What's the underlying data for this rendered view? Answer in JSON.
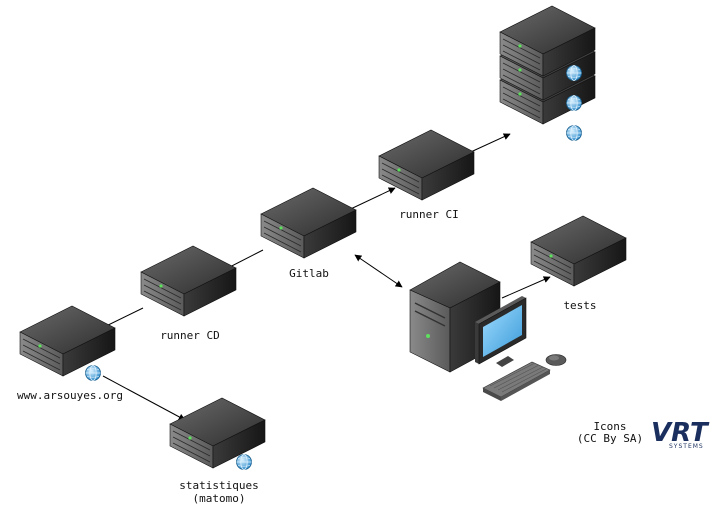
{
  "nodes": {
    "gitlab": {
      "label": "Gitlab"
    },
    "runner_ci": {
      "label": "runner CI"
    },
    "runner_cd": {
      "label": "runner CD"
    },
    "website": {
      "label": "www.arsouyes.org"
    },
    "stats": {
      "label_line1": "statistiques",
      "label_line2": "(matomo)"
    },
    "tests": {
      "label": "tests"
    },
    "ci_stack": {
      "label": ""
    },
    "workstation": {
      "label": ""
    }
  },
  "credit": {
    "line1": "Icons",
    "line2": "(CC By SA)"
  },
  "logo": {
    "brand": "VRT",
    "tagline": "SYSTEMS"
  },
  "colors": {
    "server_top": "#4a4a4a",
    "server_front": "#222222",
    "screen": "#5ab4e6",
    "edge": "#000000"
  }
}
